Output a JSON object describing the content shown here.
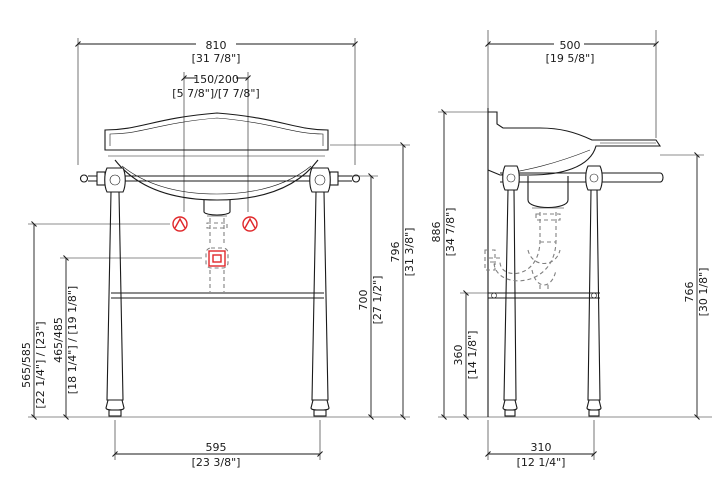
{
  "colors": {
    "line": "#1a1a1a",
    "hidden_line": "#808080",
    "supply_marker": "#e0282b",
    "background": "#ffffff"
  },
  "front_view": {
    "overall_width": {
      "mm": "810",
      "in": "[31 7/8\"]"
    },
    "tap_centres": {
      "mm": "150/200",
      "in": "[5 7/8\"]/[7 7/8\"]"
    },
    "leg_spacing": {
      "mm": "595",
      "in": "[23 3/8\"]"
    },
    "overall_height": {
      "mm": "796",
      "in": "[31 3/8\"]"
    },
    "rail_height": {
      "mm": "700",
      "in": "[27 1/2\"]"
    },
    "supply_height": {
      "mm": "565/585",
      "in": "[22 1/4\"] / [23\"]"
    },
    "waste_height": {
      "mm": "465/485",
      "in": "[18 1/4\"] / [19 1/8\"]"
    }
  },
  "side_view": {
    "overall_depth": {
      "mm": "500",
      "in": "[19 5/8\"]"
    },
    "leg_depth": {
      "mm": "310",
      "in": "[12 1/4\"]"
    },
    "overall_height": {
      "mm": "886",
      "in": "[34 7/8\"]"
    },
    "rim_height": {
      "mm": "766",
      "in": "[30 1/8\"]"
    },
    "shelf_height": {
      "mm": "360",
      "in": "[14 1/8\"]"
    }
  }
}
